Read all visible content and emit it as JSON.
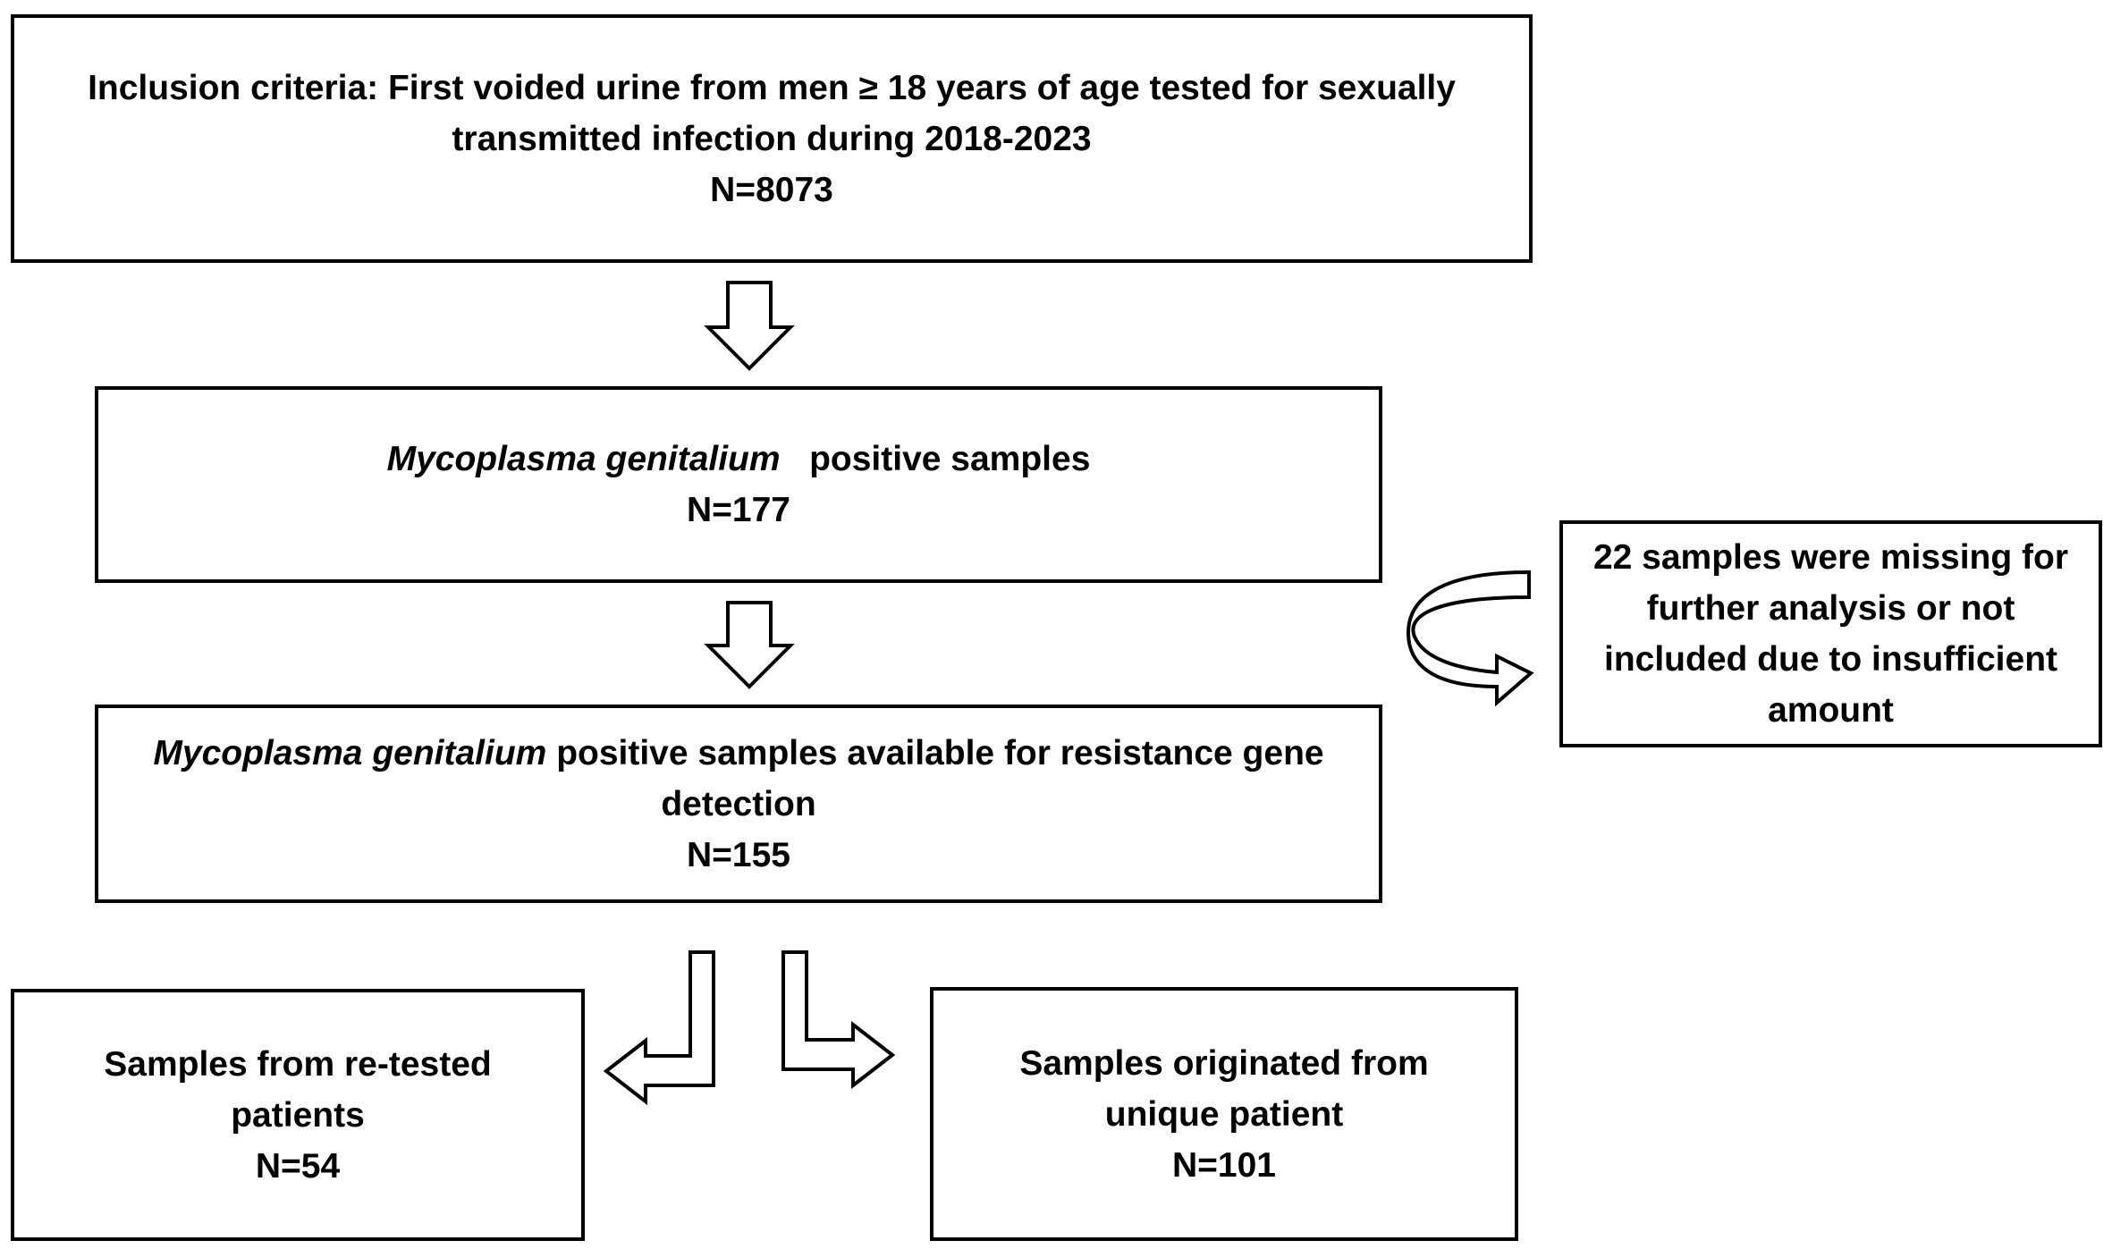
{
  "box_inclusion": {
    "line1": "Inclusion criteria: First voided urine from men ≥ 18 years of age tested for sexually",
    "line2": "transmitted infection during 2018-2023",
    "n": "N=8073"
  },
  "box_positive": {
    "species": "Mycoplasma genitalium",
    "text": "positive samples",
    "n": "N=177"
  },
  "box_available": {
    "species": "Mycoplasma genitalium",
    "text": "positive samples available for resistance gene",
    "line2": "detection",
    "n": "N=155"
  },
  "box_excluded": {
    "line1": "22 samples were missing for",
    "line2": "further analysis or not",
    "line3": "included due to insufficient",
    "line4": "amount"
  },
  "box_retested": {
    "line1": "Samples from re-tested",
    "line2": "patients",
    "n": "N=54"
  },
  "box_unique": {
    "line1": "Samples originated from",
    "line2": "unique patient",
    "n": "N=101"
  }
}
